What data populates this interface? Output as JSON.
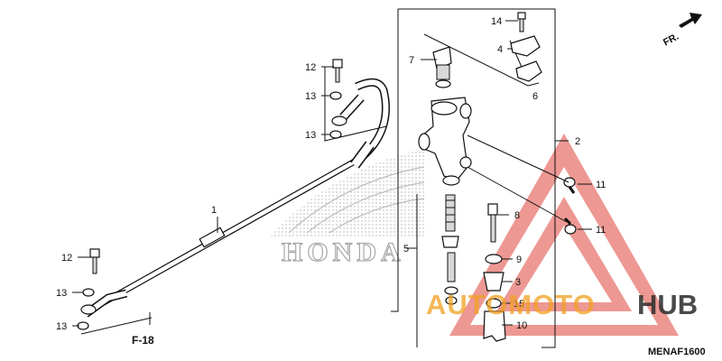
{
  "labels": {
    "p1": "1",
    "p2": "2",
    "p3": "3",
    "p4": "4",
    "p5": "5",
    "p6": "6",
    "p7": "7",
    "p8": "8",
    "p9": "9",
    "p10": "10",
    "p11a": "11",
    "p11b": "11",
    "p12a": "12",
    "p12b": "12",
    "p13a": "13",
    "p13b": "13",
    "p13c": "13",
    "p13d": "13",
    "p14": "14",
    "p15": "15"
  },
  "direction_tag": "FR.",
  "reference_tag": "F-18",
  "diagram_code": "MENAF1600",
  "watermarks": {
    "honda": "HONDA",
    "automoto": "AUTOMOTO",
    "hub": "HUB"
  },
  "colors": {
    "watermark_red": "#e0443c",
    "watermark_orange": "#f0a020",
    "watermark_gray": "#b0b0b0",
    "line": "#111111"
  }
}
